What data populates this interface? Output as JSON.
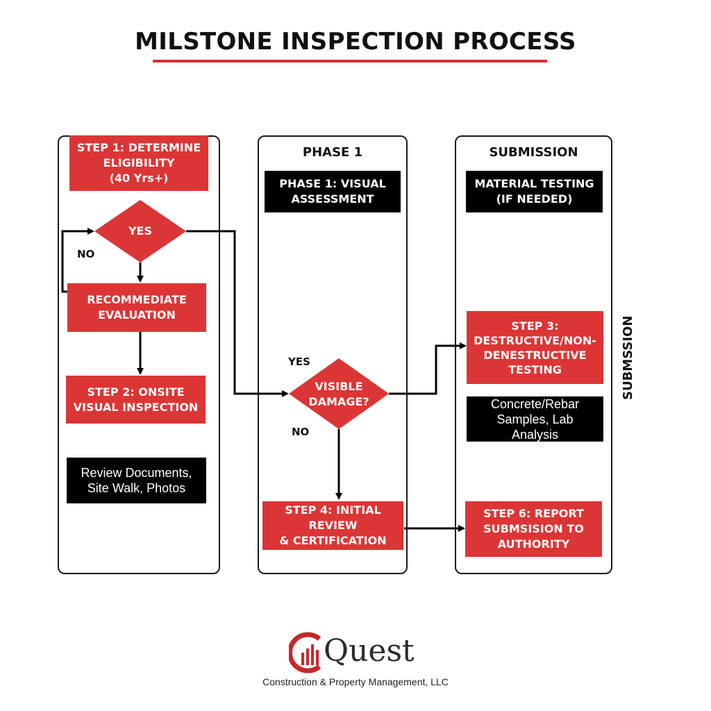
{
  "title": "MILSTONE INSPECTION PROCESS",
  "colors": {
    "accent_red": "#dc3535",
    "black": "#000000",
    "border": "#1a1a1a"
  },
  "columns": {
    "col1": {
      "step1": "STEP 1: DETERMINE\nELIGIBILITY\n(40 Yrs+)",
      "diamond": "YES",
      "no_label": "NO",
      "recommediate": "RECOMMEDIATE\nEVALUATION",
      "step2": "STEP 2: ONSITE\nVISUAL INSPECTION",
      "review": "Review Documents,\nSite Walk, Photos"
    },
    "col2": {
      "header": "PHASE 1",
      "phase1_box": "PHASE 1: VISUAL\nASSESSMENT",
      "yes_label": "YES",
      "diamond": "VISIBLE\nDAMAGE?",
      "no_label": "NO",
      "step4": "STEP 4: INITIAL REVIEW\n& CERTIFICATION"
    },
    "col3": {
      "header": "SUBMISSION",
      "material": "MATERIAL TESTING\n(IF NEEDED)",
      "step3": "STEP 3:\nDESTRUCTIVE/NON-\nDENESTRUCTIVE\nTESTING",
      "samples": "Concrete/Rebar\nSamples, Lab Analysis",
      "step6": "STEP 6: REPORT\nSUBMSISION TO\nAUTHORITY"
    }
  },
  "side_label": "SUBMSSION",
  "logo": {
    "name": "Quest",
    "subtitle": "Construction & Property Management, LLC",
    "icon": "building-logo-icon"
  }
}
